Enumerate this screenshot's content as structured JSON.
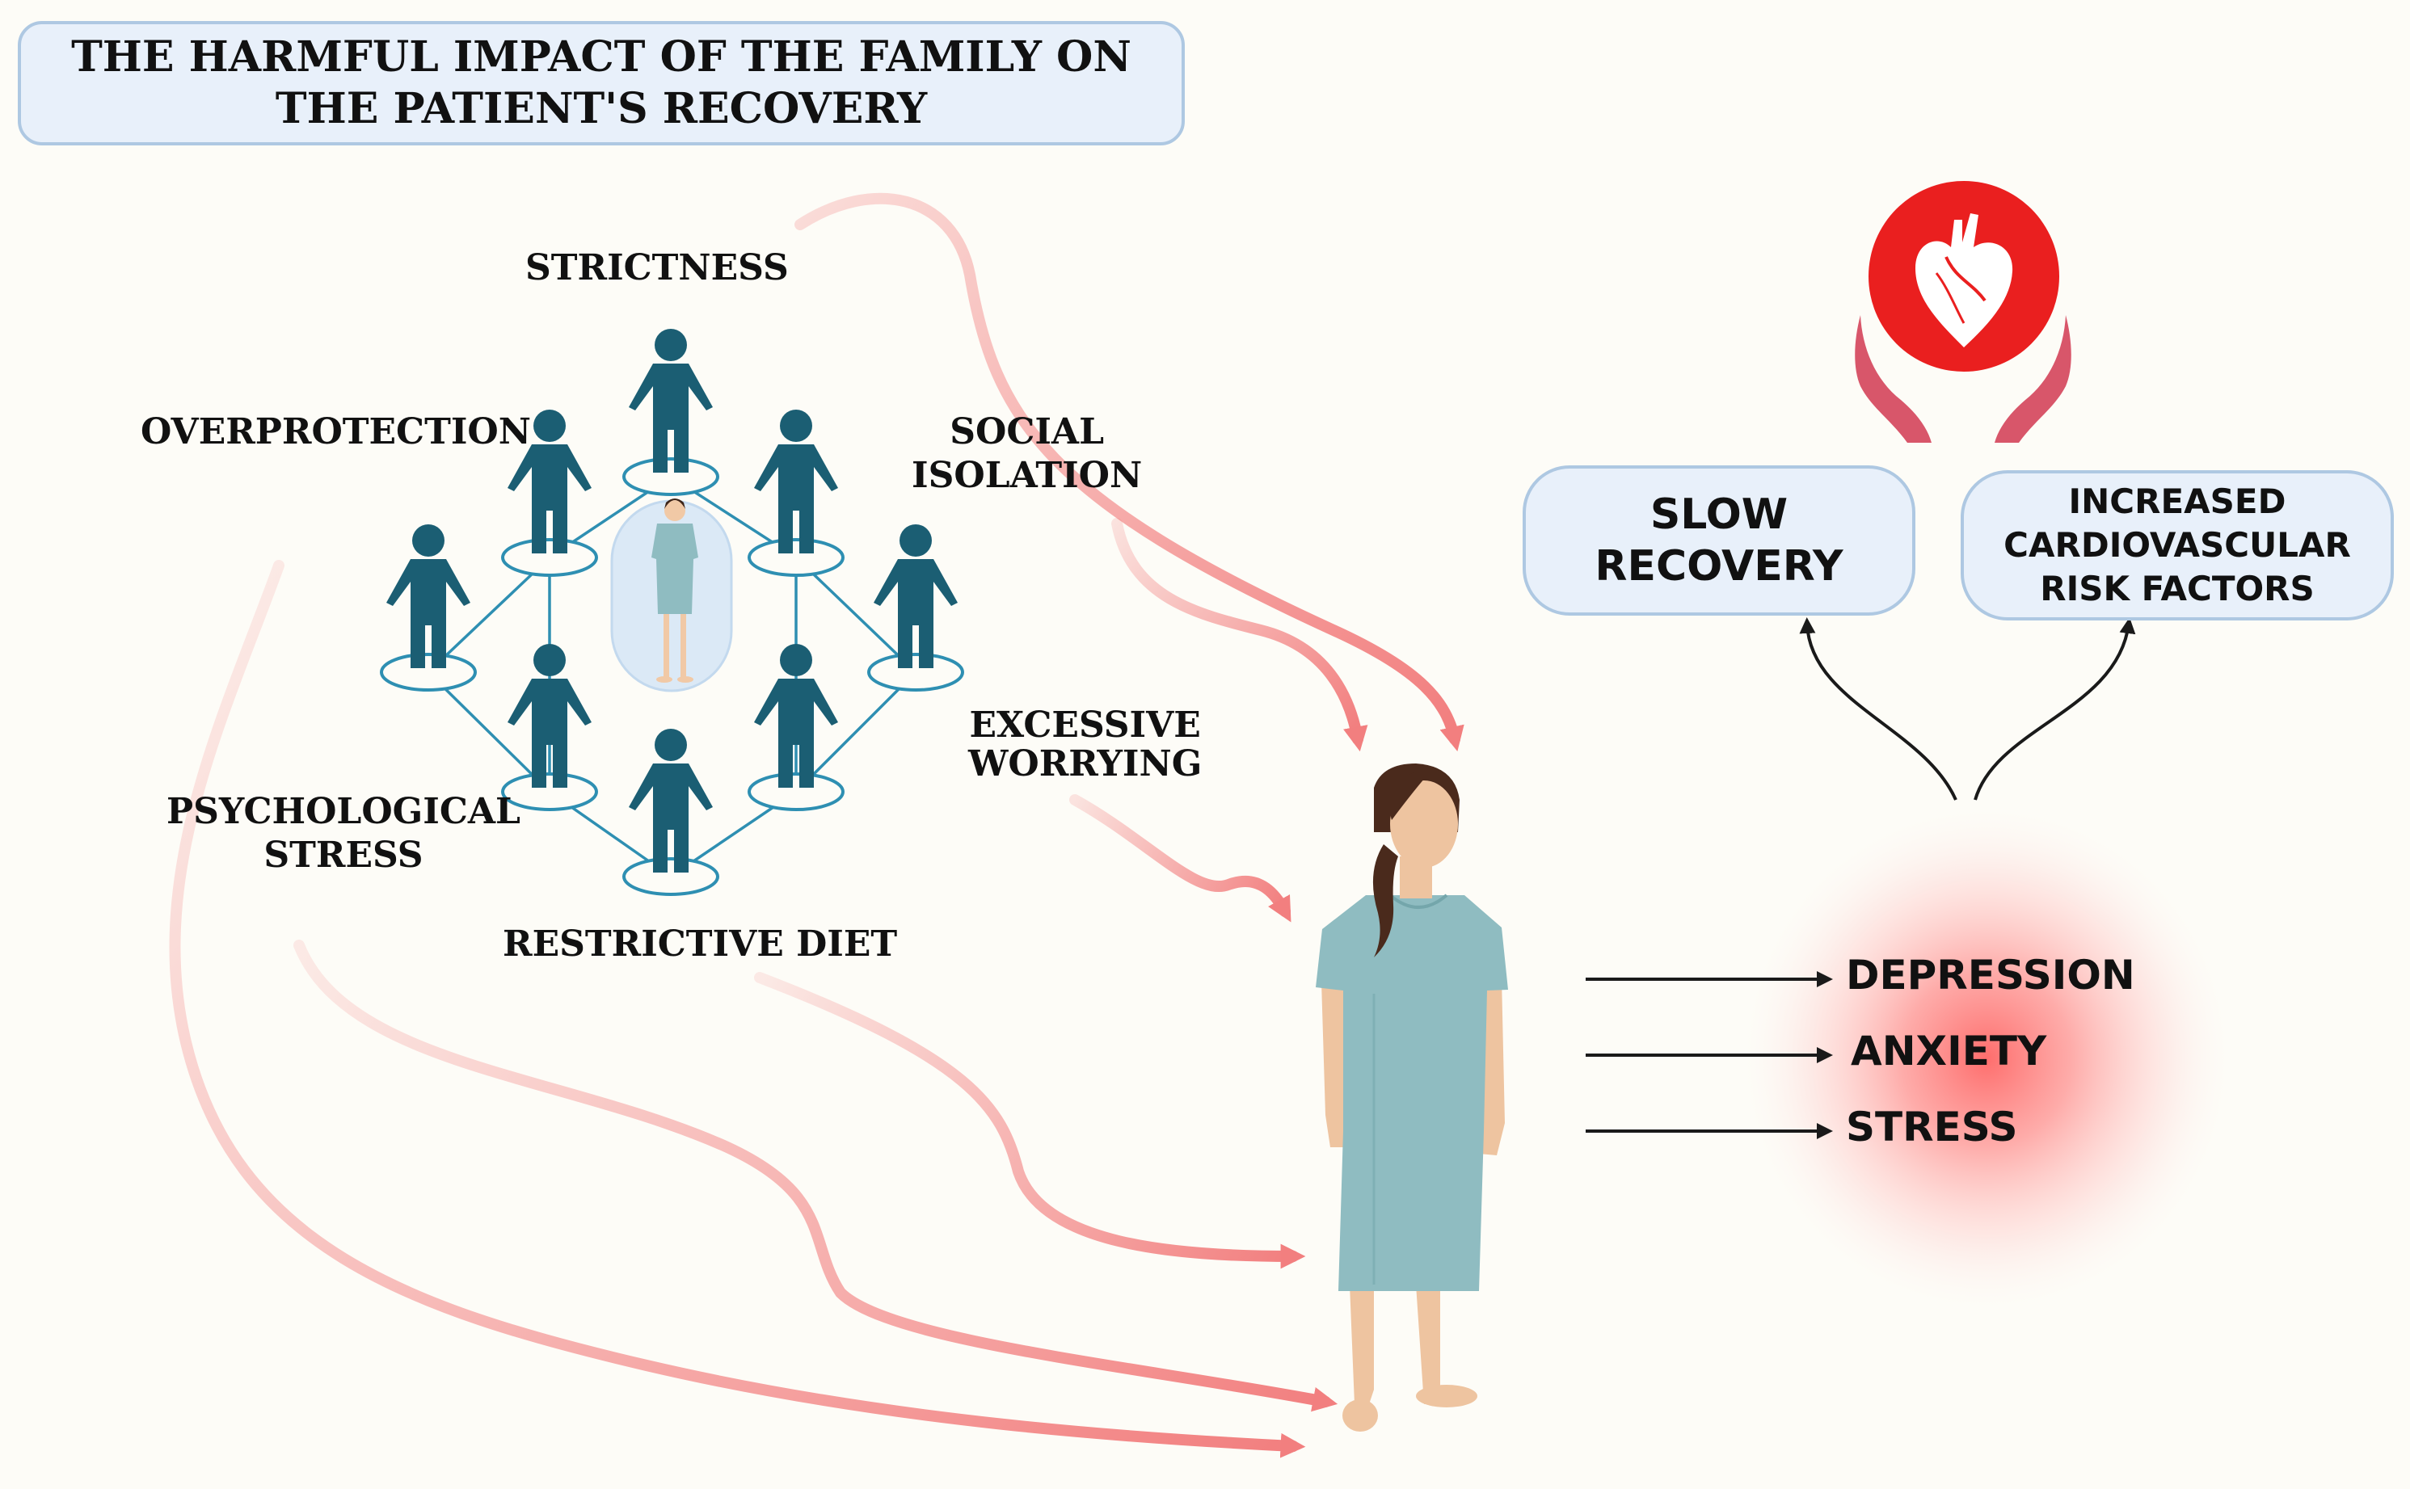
{
  "title": {
    "line1": "THE HARMFUL IMPACT OF THE FAMILY ON",
    "line2": "THE PATIENT'S RECOVERY"
  },
  "family_factors": {
    "strictness": "STRICTNESS",
    "overprotection": "OVERPROTECTION",
    "social_isolation": {
      "line1": "SOCIAL",
      "line2": "ISOLATION"
    },
    "excessive_worrying": {
      "line1": "EXCESSIVE",
      "line2": "WORRYING"
    },
    "psychological_stress": {
      "line1": "PSYCHOLOGICAL",
      "line2": "STRESS"
    },
    "restrictive_diet": "RESTRICTIVE DIET"
  },
  "outcomes": {
    "slow_recovery": {
      "line1": "SLOW",
      "line2": "RECOVERY"
    },
    "cardiovascular": {
      "line1": "INCREASED",
      "line2": "CARDIOVASCULAR",
      "line3": "RISK FACTORS"
    }
  },
  "emotional_effects": {
    "depression": "DEPRESSION",
    "anxiety": "ANXIETY",
    "stress": "STRESS"
  },
  "icons": [
    "person-icon",
    "patient-figure-icon",
    "heart-in-hands-icon"
  ],
  "colors": {
    "background": "#fdfcf7",
    "box_fill": "#e8f0fa",
    "box_border": "#aec8e2",
    "family_figures": "#1b5e73",
    "network_lines": "#2e8fb2",
    "arrow_red": "#f27f7f",
    "heart_red": "#ea1f1f",
    "hands_pink": "#d8566a",
    "gown": "#8fbcc1",
    "skin": "#f1c9a6"
  }
}
